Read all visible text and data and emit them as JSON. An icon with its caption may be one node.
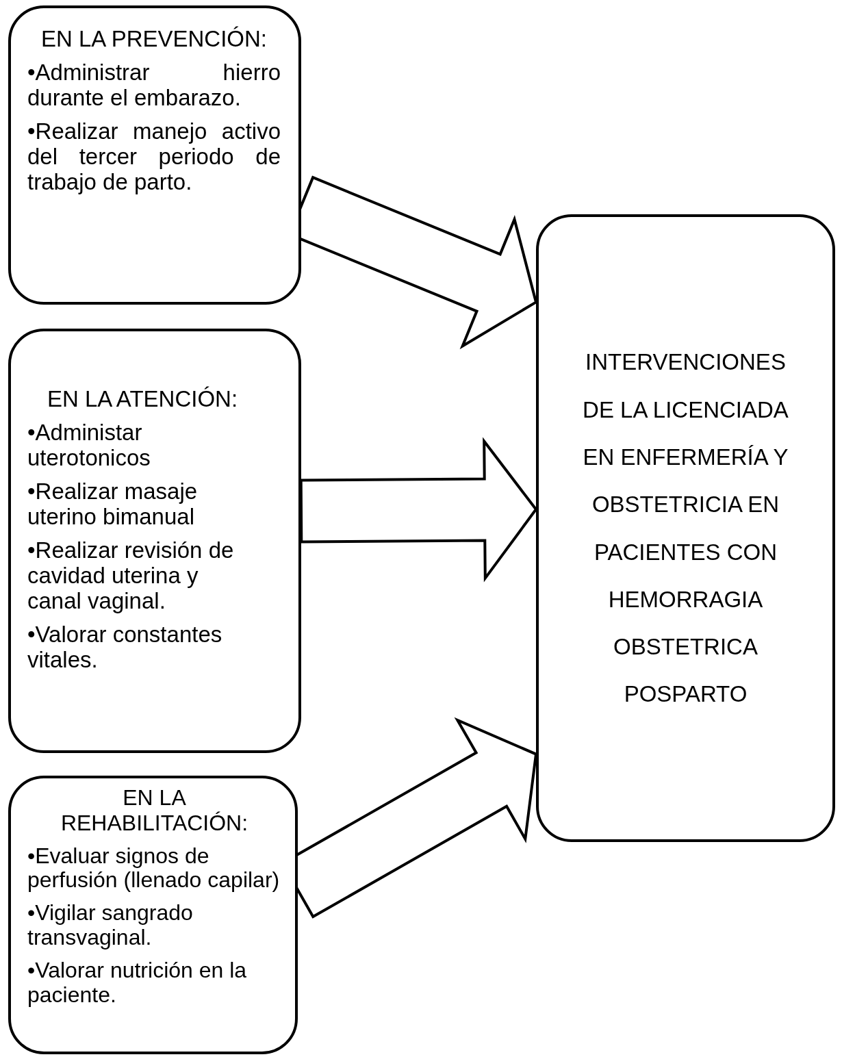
{
  "diagram": {
    "nodes": [
      {
        "text": [
          "EN LA PREVENCIÓN:",
          "•Administrar hierro durante el embarazo.",
          "•Realizar manejo activo del tercer periodo de trabajo de parto."
        ]
      },
      {
        "text": [
          "EN LA ATENCIÓN:",
          "•Administar uterotonicos",
          "•Realizar masaje uterino bimanual",
          "•Realizar revisión de cavidad uterina y canal vaginal.",
          "•Valorar constantes vitales."
        ]
      },
      {
        "text": [
          "EN LA REHABILITACIÓN:",
          "•Evaluar signos de perfusión (llenado capilar)",
          "•Vigilar sangrado transvaginal.",
          "•Valorar nutrición en la paciente."
        ]
      },
      {
        "text": [
          "INTERVENCIONES DE LA LICENCIADA EN ENFERMERÍA Y OBSTETRICIA EN PACIENTES CON HEMORRAGIA OBSTETRICA POSPARTO"
        ]
      }
    ],
    "edges": [
      {
        "from": 0,
        "to": 3,
        "arrow": "to"
      },
      {
        "from": 1,
        "to": 3,
        "arrow": "to"
      },
      {
        "from": 2,
        "to": 3,
        "arrow": "to"
      }
    ]
  }
}
